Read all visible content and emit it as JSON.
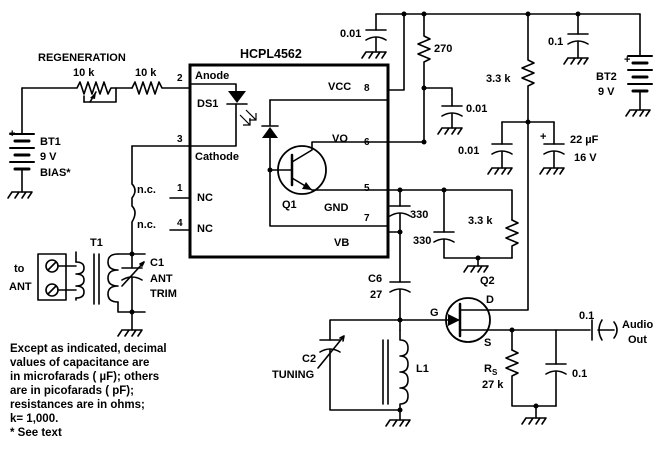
{
  "ic": {
    "name": "HCPL4562",
    "pins": {
      "p2": {
        "num": "2",
        "label": "Anode"
      },
      "p3": {
        "num": "3",
        "label": "Cathode"
      },
      "p1": {
        "num": "1",
        "label": "NC"
      },
      "p4": {
        "num": "4",
        "label": "NC"
      },
      "p8": {
        "num": "8",
        "label": "VCC"
      },
      "p6": {
        "num": "6",
        "label": "VO"
      },
      "p5": {
        "num": "5",
        "label": "GND"
      },
      "p7": {
        "num": "7",
        "label": "VB"
      }
    },
    "ds1": "DS1",
    "q1": "Q1"
  },
  "labels": {
    "regeneration": "REGENERATION",
    "r_reg_pot": "10 k",
    "r_reg_fixed": "10 k",
    "bt1_name": "BT1",
    "bt1_volt": "9 V",
    "bt1_bias": "BIAS*",
    "nc1": "n.c.",
    "nc4": "n.c.",
    "t1": "T1",
    "to_ant_1": "to",
    "to_ant_2": "ANT",
    "c1_1": "C1",
    "c1_2": "ANT",
    "c1_3": "TRIM",
    "c_top": "0.01",
    "r270": "270",
    "c_vcc": "0.01",
    "c_bt2": "0.1",
    "bt2_name": "BT2",
    "bt2_volt": "9 V",
    "r33k_top": "3.3 k",
    "c_mid": "0.01",
    "c22_1": "22 µF",
    "c22_2": "16 V",
    "c330_a": "330",
    "c330_b": "330",
    "r33k_gnd": "3.3 k",
    "c6_1": "C6",
    "c6_2": "27",
    "q2": "Q2",
    "g": "G",
    "d": "D",
    "s": "S",
    "c_out": "0.1",
    "audio_1": "Audio",
    "audio_2": "Out",
    "c2_1": "C2",
    "c2_2": "TUNING",
    "l1": "L1",
    "rs_1": "R",
    "rs_sub": "S",
    "rs_2": "27 k",
    "c_src": "0.1"
  },
  "notes": [
    "Except as indicated, decimal",
    "values of capacitance are",
    "in microfarads ( µF); others",
    "are in picofarads ( pF); ",
    "resistances are in ohms;",
    "k= 1,000.",
    "* See text"
  ]
}
